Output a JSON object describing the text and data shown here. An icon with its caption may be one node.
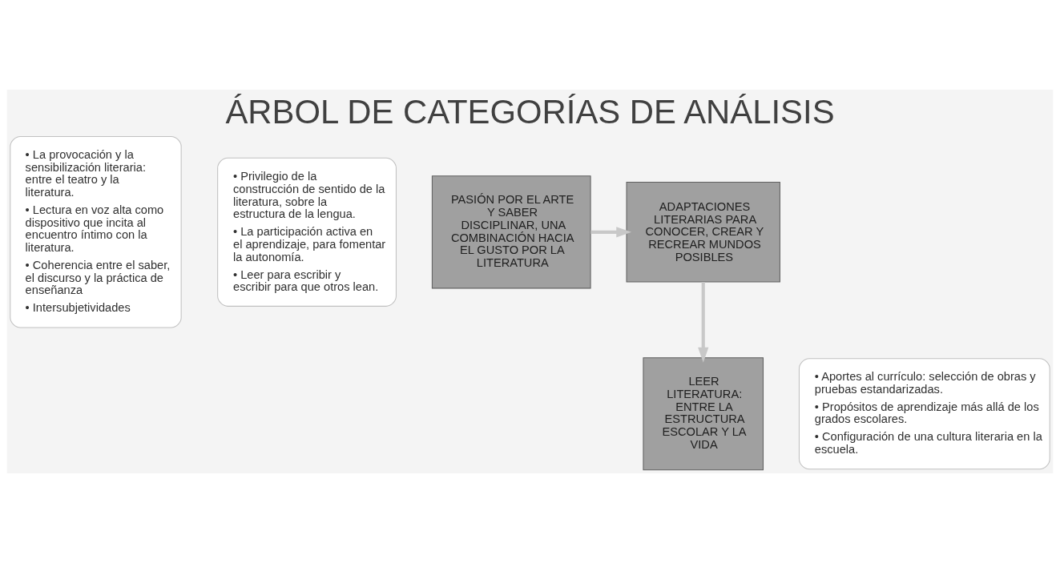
{
  "diagram": {
    "title": "ÁRBOL DE CATEGORÍAS DE ANÁLISIS",
    "nodes": [
      {
        "text": [
          "• La provocación y la sensibilización literaria: entre el teatro y la literatura.",
          "• Lectura en voz alta como dispositivo que incita al encuentro íntimo con la literatura.",
          "• Coherencia entre el saber, el discurso y la práctica de enseñanza",
          "• Intersubjetividades"
        ]
      },
      {
        "text": [
          "• Privilegio de la construcción de sentido de la literatura, sobre la estructura de la lengua.",
          "• La participación activa en el aprendizaje, para fomentar la autonomía.",
          "• Leer para escribir y escribir para que otros lean."
        ]
      },
      {
        "text": [
          "PASIÓN POR EL ARTE Y SABER DISCIPLINAR, UNA COMBINACIÓN HACIA EL GUSTO POR LA LITERATURA"
        ]
      },
      {
        "text": [
          "ADAPTACIONES LITERARIAS PARA CONOCER, CREAR Y RECREAR MUNDOS POSIBLES"
        ]
      },
      {
        "text": [
          "LEER LITERATURA: ENTRE LA ESTRUCTURA ESCOLAR Y LA VIDA"
        ]
      },
      {
        "text": [
          "• Aportes al currículo: selección de obras y pruebas estandarizadas.",
          "• Propósitos de aprendizaje más allá de los grados escolares.",
          "• Configuración de una cultura literaria en la escuela."
        ]
      }
    ],
    "edges": [
      {
        "from": 2,
        "to": 3,
        "arrow": "to"
      },
      {
        "from": 3,
        "to": 4,
        "arrow": "to"
      }
    ]
  }
}
